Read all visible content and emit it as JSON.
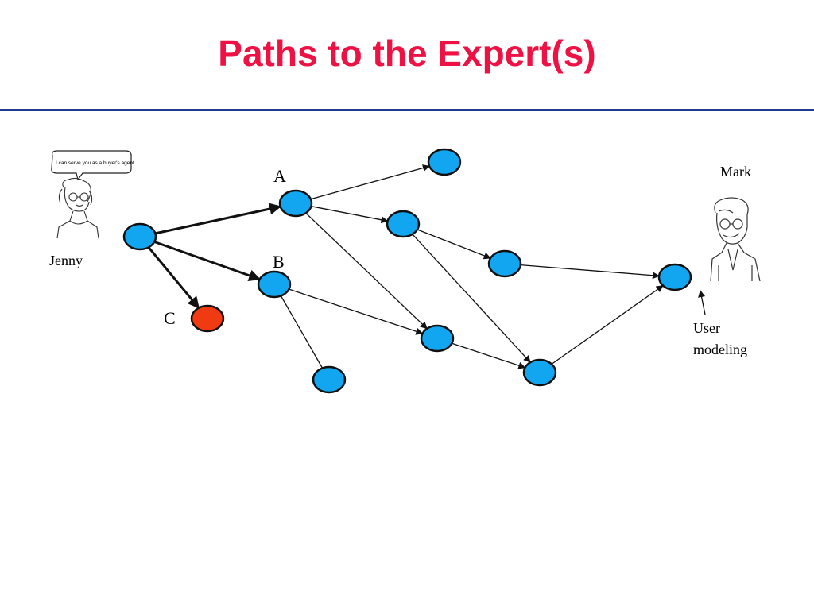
{
  "title": "Paths to the Expert(s)",
  "colors": {
    "title": "#ee1144",
    "rule": "#1d3b8f",
    "node_fill": "#12a6f0",
    "target_fill": "#f03a12",
    "stroke": "#111111"
  },
  "labels": {
    "node_a": "A",
    "node_b": "B",
    "node_c": "C",
    "jenny": "Jenny",
    "mark": "Mark",
    "user_modeling_line1": "User",
    "user_modeling_line2": "modeling",
    "speech_bubble": "I can serve you as a buyer's agent."
  },
  "icons": {
    "jenny": "cartoon-woman-icon",
    "mark": "cartoon-man-icon"
  },
  "graph": {
    "nodes": [
      {
        "id": "jenny"
      },
      {
        "id": "A"
      },
      {
        "id": "B"
      },
      {
        "id": "C",
        "target": true
      },
      {
        "id": "top"
      },
      {
        "id": "m1"
      },
      {
        "id": "m2"
      },
      {
        "id": "m3"
      },
      {
        "id": "bottom"
      },
      {
        "id": "low"
      },
      {
        "id": "mark"
      }
    ],
    "edges": [
      {
        "from": "jenny",
        "to": "A",
        "bold": true
      },
      {
        "from": "jenny",
        "to": "B",
        "bold": true
      },
      {
        "from": "jenny",
        "to": "C",
        "bold": true
      },
      {
        "from": "A",
        "to": "top"
      },
      {
        "from": "A",
        "to": "m1"
      },
      {
        "from": "A",
        "to": "m3"
      },
      {
        "from": "m1",
        "to": "m2"
      },
      {
        "from": "m1",
        "to": "bottom"
      },
      {
        "from": "m2",
        "to": "mark"
      },
      {
        "from": "B",
        "to": "m3"
      },
      {
        "from": "B",
        "to": "low"
      },
      {
        "from": "m3",
        "to": "bottom"
      },
      {
        "from": "bottom",
        "to": "mark"
      }
    ]
  }
}
